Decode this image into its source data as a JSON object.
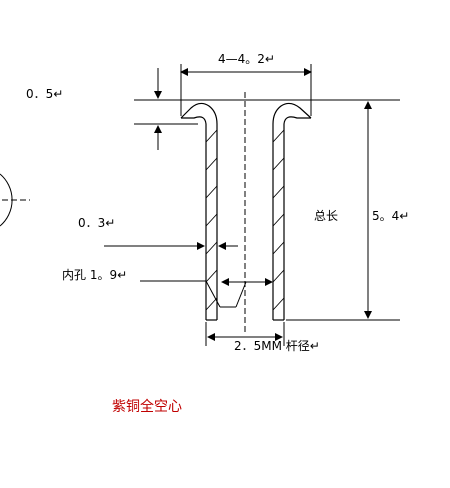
{
  "labels": {
    "width_range": "4—4。2↵",
    "flange_thickness": "0．5↵",
    "wall_thickness": "0．3↵",
    "inner_hole": "内孔 1。9↵",
    "total_length_title": "总长",
    "total_length_value": "5。4↵",
    "shank_diameter": "2．5MM 杆径↵",
    "material": "紫铜全空心"
  },
  "colors": {
    "line": "#000000",
    "material_text": "#c00000"
  }
}
